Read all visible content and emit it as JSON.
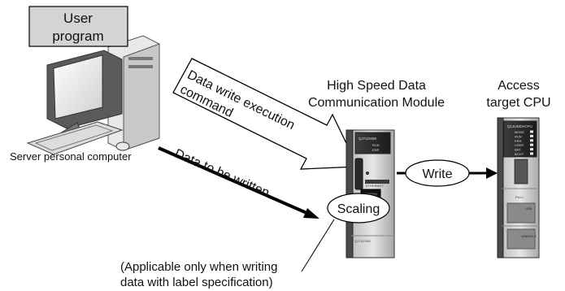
{
  "user_program": {
    "line1": "User",
    "line2": "program"
  },
  "server_label": "Server personal computer",
  "arrow_write_command": {
    "line1": "Data write execution",
    "line2": "command"
  },
  "arrow_data_written": "Data to be written",
  "module_title": {
    "line1": "High Speed Data",
    "line2": "Communication Module"
  },
  "cpu_title": {
    "line1": "Access",
    "line2": "target CPU"
  },
  "write_label": "Write",
  "scaling_label": "Scaling",
  "note": {
    "line1": "(Applicable only when writing",
    "line2": "data with label specification)"
  },
  "module_front": {
    "model": "QJ71DS96",
    "run_lamp": "RUN",
    "err_lamp": "ERR",
    "eth_label": "ETHERNET",
    "bottom_model": "QJ71DS96"
  },
  "cpu_front": {
    "model": "Q13UDEHCPU",
    "leds": [
      "MODE",
      "RUN",
      "ERR.",
      "USER",
      "BAT.",
      "BOOT"
    ],
    "pull": "PULL",
    "usb": "USB",
    "port_10base": "10BASE-T"
  }
}
